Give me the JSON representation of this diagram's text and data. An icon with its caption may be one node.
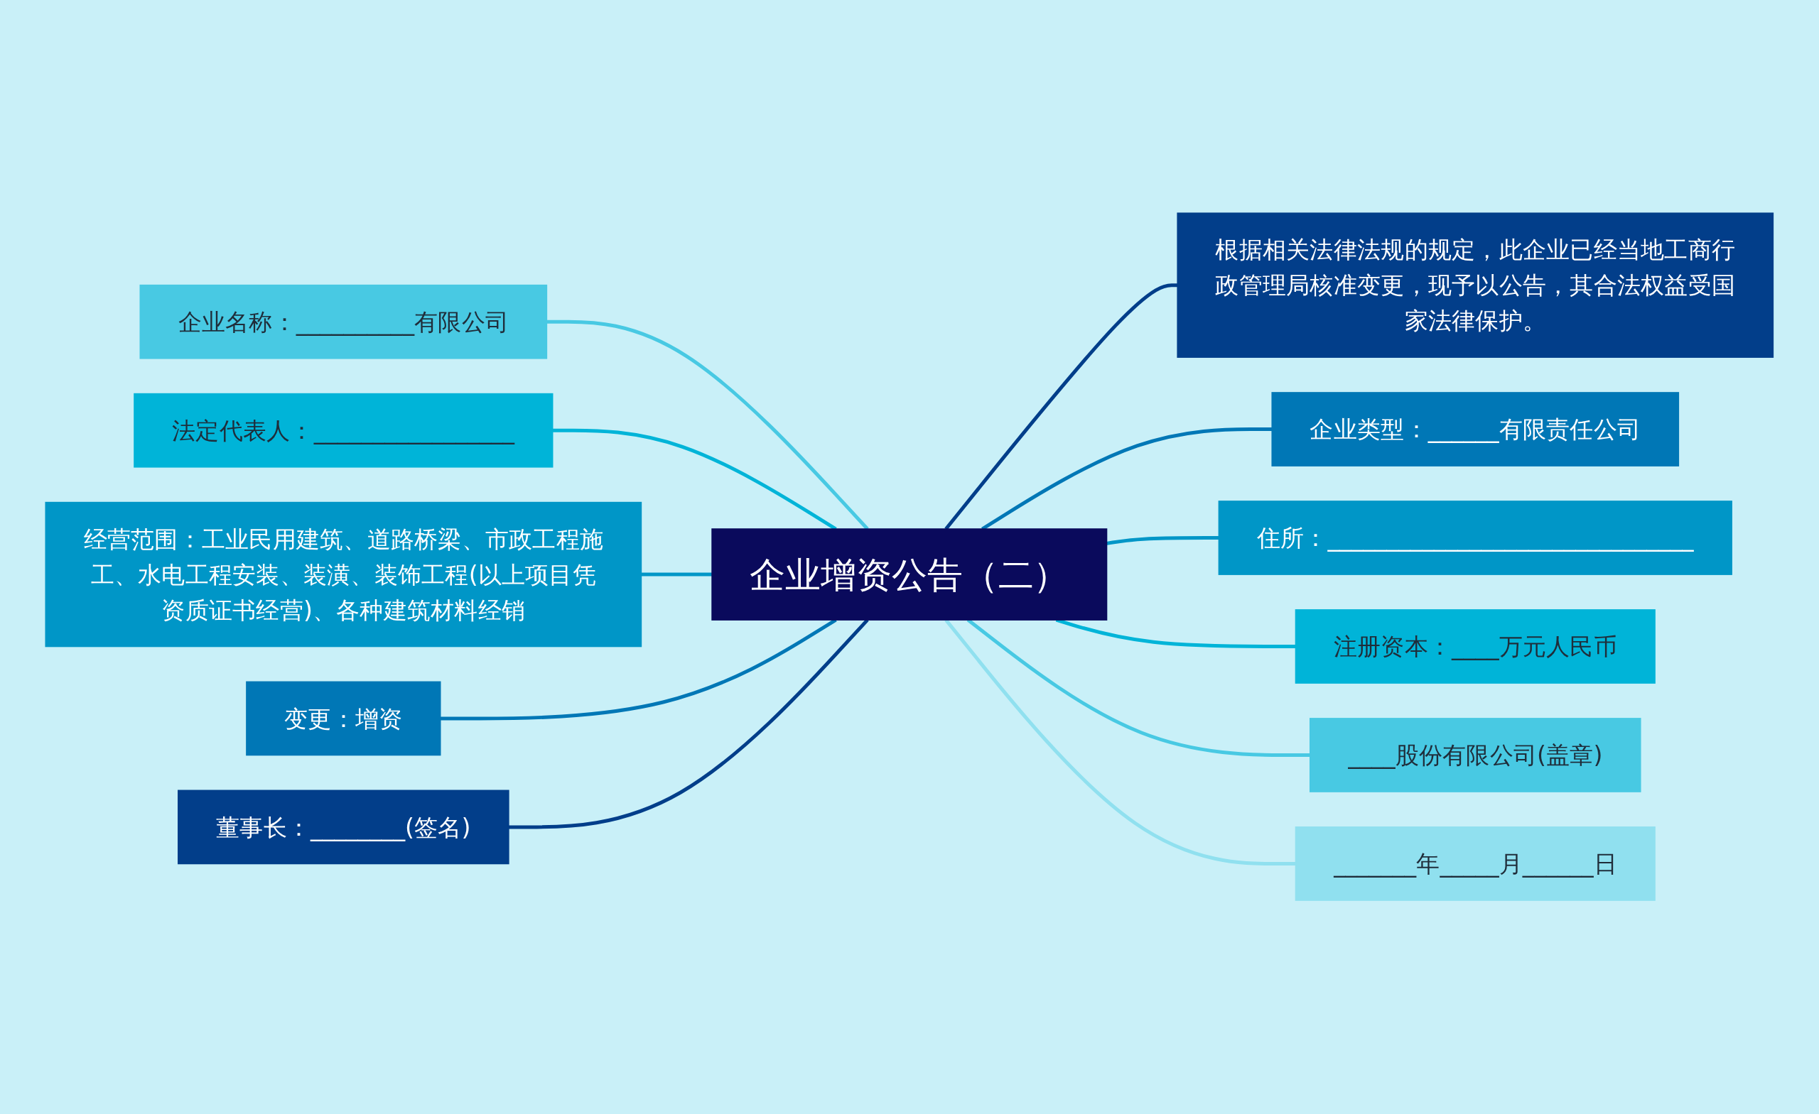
{
  "diagram": {
    "nodes": [
      {
        "text": [
          "企业增资公告（二）"
        ]
      },
      {
        "text": [
          "企业名称：__________有限公司"
        ]
      },
      {
        "text": [
          "法定代表人：_________________"
        ]
      },
      {
        "text": [
          "经营范围：工业民用建筑、道路桥梁、市政工程施工、水电工程安装、装潢、装饰工程(以上项目凭资质证书经营)、各种建筑材料经销"
        ]
      },
      {
        "text": [
          "变更：增资"
        ]
      },
      {
        "text": [
          "董事长：________(签名)"
        ]
      },
      {
        "text": [
          "根据相关法律法规的规定，此企业已经当地工商行政管理局核准变更，现予以公告，其合法权益受国家法律保护。"
        ]
      },
      {
        "text": [
          "企业类型：______有限责任公司"
        ]
      },
      {
        "text": [
          "住所：_______________________________"
        ]
      },
      {
        "text": [
          "注册资本：____万元人民币"
        ]
      },
      {
        "text": [
          "____股份有限公司(盖章)"
        ]
      },
      {
        "text": [
          "_______年_____月______日"
        ]
      }
    ],
    "edges": [
      {
        "from": 0,
        "to": 1,
        "arrow": "none",
        "color": "#48c9e3"
      },
      {
        "from": 0,
        "to": 2,
        "arrow": "none",
        "color": "#00b4d8"
      },
      {
        "from": 0,
        "to": 3,
        "arrow": "none",
        "color": "#0096c7"
      },
      {
        "from": 0,
        "to": 4,
        "arrow": "none",
        "color": "#0077b6"
      },
      {
        "from": 0,
        "to": 5,
        "arrow": "none",
        "color": "#023e8a"
      },
      {
        "from": 0,
        "to": 6,
        "arrow": "none",
        "color": "#023e8a"
      },
      {
        "from": 0,
        "to": 7,
        "arrow": "none",
        "color": "#0077b6"
      },
      {
        "from": 0,
        "to": 8,
        "arrow": "none",
        "color": "#0096c7"
      },
      {
        "from": 0,
        "to": 9,
        "arrow": "none",
        "color": "#00b4d8"
      },
      {
        "from": 0,
        "to": 10,
        "arrow": "none",
        "color": "#48c9e3"
      },
      {
        "from": 0,
        "to": 11,
        "arrow": "none",
        "color": "#90e0ef"
      }
    ]
  }
}
